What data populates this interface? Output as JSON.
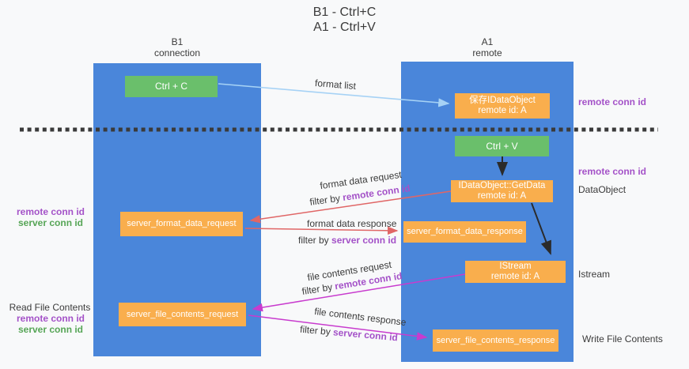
{
  "title": {
    "line1": "B1 - Ctrl+C",
    "line2": "A1 - Ctrl+V"
  },
  "lanes": {
    "left": {
      "name": "B1",
      "sub": "connection"
    },
    "right": {
      "name": "A1",
      "sub": "remote"
    }
  },
  "nodes": {
    "ctrl_c": {
      "label": "Ctrl + C"
    },
    "ctrl_v": {
      "label": "Ctrl + V"
    },
    "save_dataobject": {
      "line1": "保存IDataObject",
      "line2": "remote id: A"
    },
    "getdata": {
      "line1": "IDataObject::GetData",
      "line2": "remote id: A"
    },
    "istream": {
      "line1": "IStream",
      "line2": "remote id: A"
    },
    "format_request": {
      "label": "server_format_data_request"
    },
    "format_response": {
      "label": "server_format_data_response"
    },
    "file_request": {
      "label": "server_file_contents_request"
    },
    "file_response": {
      "label": "server_file_contents_response"
    }
  },
  "arrow_labels": {
    "format_list": "format list",
    "format_data_request": "format data request",
    "format_data_response": "format data response",
    "file_contents_request": "file contents request",
    "file_contents_response": "file contents response",
    "filter_by": "filter by ",
    "remote_conn_id": "remote conn id",
    "server_conn_id": "server conn id"
  },
  "side_labels": {
    "remote_conn_id_top": "remote conn id",
    "remote_conn_id_mid": "remote conn id",
    "dataobject": "DataObject",
    "istream": "Istream",
    "write_file_contents": "Write File Contents",
    "read_file_contents": "Read File Contents",
    "remote_conn_id": "remote conn id",
    "server_conn_id": "server conn id"
  },
  "colors": {
    "lane_blue": "#4a86da",
    "box_green": "#6abf6b",
    "box_orange": "#f9ae4d",
    "arrow_light_blue": "#a6d2f5",
    "arrow_red": "#e06666",
    "arrow_magenta": "#c83bce",
    "arrow_black": "#2b2b2b",
    "text_purple": "#a452c8",
    "text_green": "#56a556",
    "text_dark": "#3b3b3b",
    "background": "#f8f9fa"
  }
}
